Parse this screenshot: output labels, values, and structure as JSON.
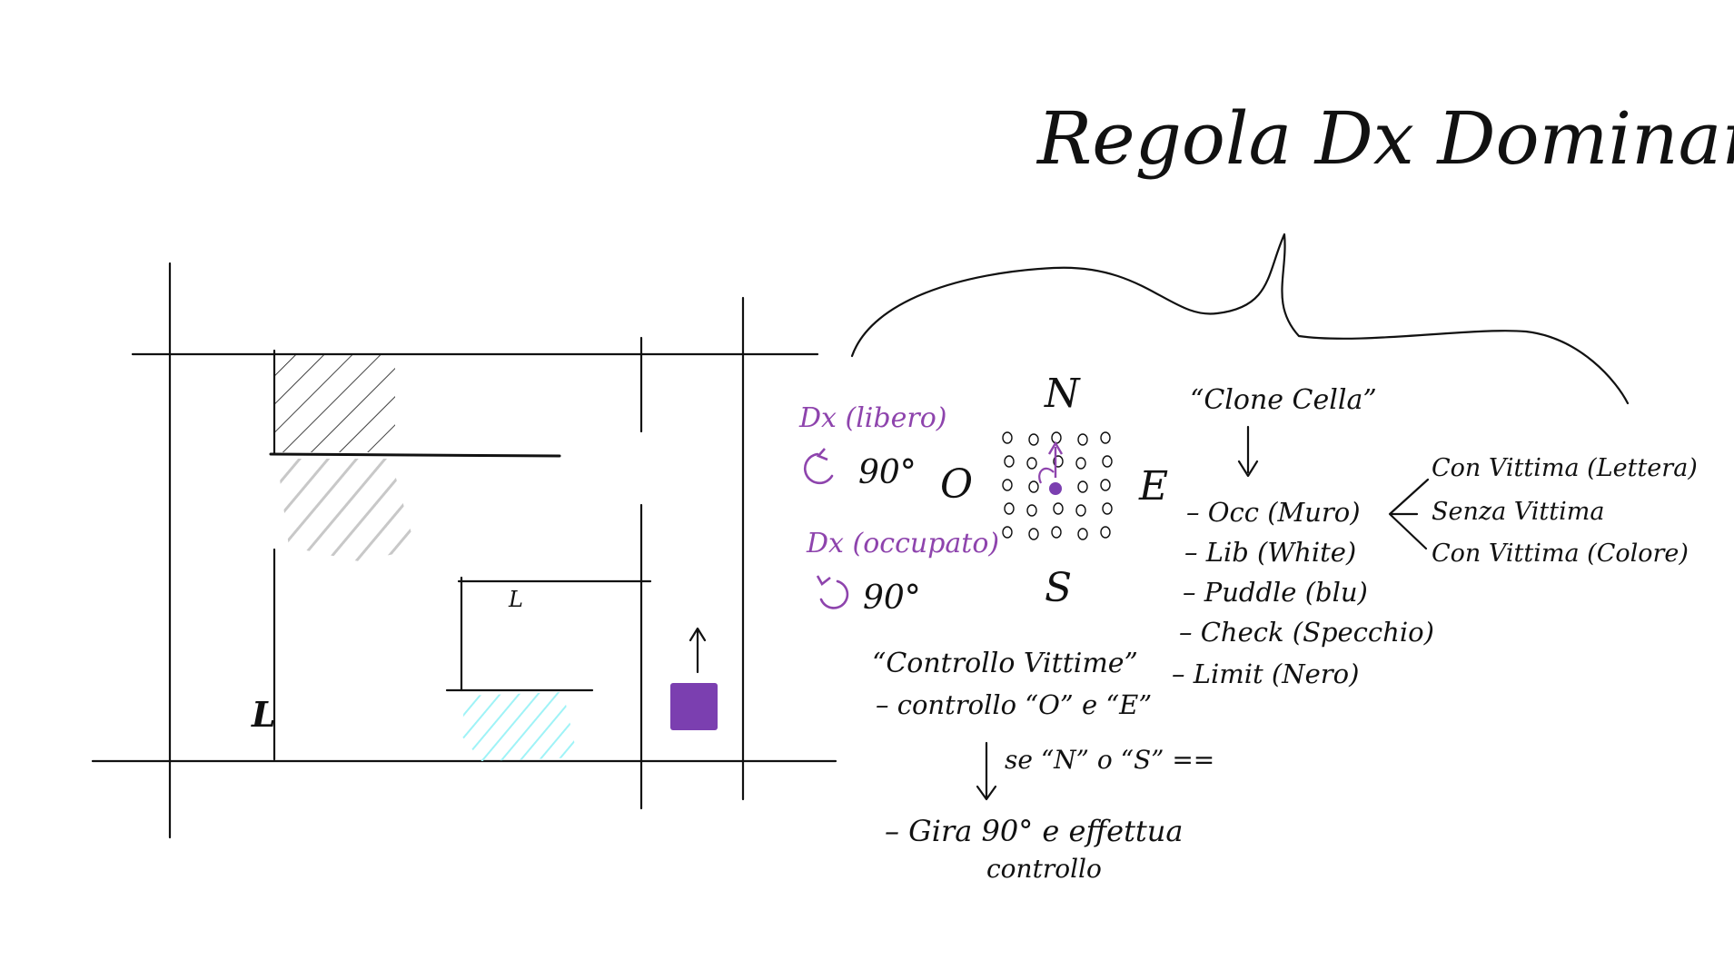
{
  "title": "Regola Dx Dominante",
  "colors": {
    "ink": "#111111",
    "purple": "#8e44ad",
    "gray_hatch": "#c8c8c8",
    "cyan_hatch": "#9ff3f7",
    "robot_fill": "#7b3fb0"
  },
  "maze": {
    "label_l1": "L",
    "label_l2": "L"
  },
  "compass": {
    "north": "N",
    "south": "S",
    "east": "E",
    "west": "O"
  },
  "rotation": {
    "free_label": "Dx (libero)",
    "free_angle": "90°",
    "occupied_label": "Dx (occupato)",
    "occupied_angle": "90°"
  },
  "clone_cell": {
    "heading": "“Clone Cella”",
    "items": [
      "– Occ (Muro)",
      "– Lib (White)",
      "– Puddle (blu)",
      "– Check (Specchio)",
      "– Limit (Nero)"
    ],
    "occ_variants": [
      "Con Vittima (Lettera)",
      "Senza Vittima",
      "Con Vittima (Colore)"
    ]
  },
  "victim_check": {
    "heading": "“Controllo Vittime”",
    "line1": "– controllo “O” e “E”",
    "condition": "se “N” o “S” ==",
    "action_line1": "– Gira 90° e effettua",
    "action_line2": "controllo"
  }
}
